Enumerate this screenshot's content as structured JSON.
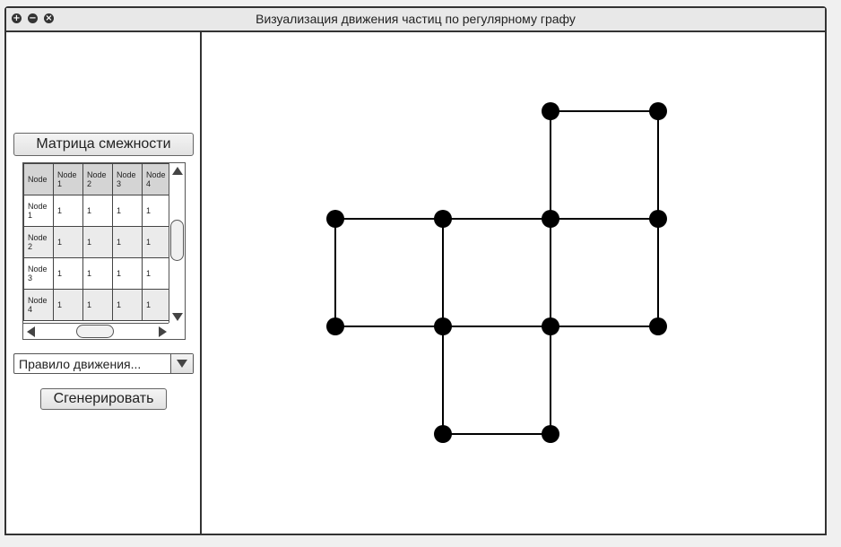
{
  "window": {
    "title": "Визуализация движения частиц по регулярному графу",
    "controls": [
      "plus-icon",
      "minus-icon",
      "close-icon"
    ]
  },
  "sidebar": {
    "matrix_button": "Матрица смежности",
    "table": {
      "headers": [
        "Node",
        "Node 1",
        "Node 2",
        "Node 3",
        "Node 4"
      ],
      "rows": [
        {
          "label": "Node 1",
          "values": [
            "1",
            "1",
            "1",
            "1"
          ]
        },
        {
          "label": "Node 2",
          "values": [
            "1",
            "1",
            "1",
            "1"
          ]
        },
        {
          "label": "Node 3",
          "values": [
            "1",
            "1",
            "1",
            "1"
          ]
        },
        {
          "label": "Node 4",
          "values": [
            "1",
            "1",
            "1",
            "1"
          ]
        }
      ]
    },
    "motion_rule_placeholder": "Правило движения...",
    "generate_button": "Сгенерировать"
  },
  "graph": {
    "nodes": [
      {
        "id": "n1",
        "col": 2,
        "row": 0
      },
      {
        "id": "n2",
        "col": 3,
        "row": 0
      },
      {
        "id": "n3",
        "col": 0,
        "row": 1
      },
      {
        "id": "n4",
        "col": 1,
        "row": 1
      },
      {
        "id": "n5",
        "col": 2,
        "row": 1
      },
      {
        "id": "n6",
        "col": 3,
        "row": 1
      },
      {
        "id": "n7",
        "col": 0,
        "row": 2
      },
      {
        "id": "n8",
        "col": 1,
        "row": 2
      },
      {
        "id": "n9",
        "col": 2,
        "row": 2
      },
      {
        "id": "n10",
        "col": 3,
        "row": 2
      },
      {
        "id": "n11",
        "col": 1,
        "row": 3
      },
      {
        "id": "n12",
        "col": 2,
        "row": 3
      }
    ],
    "edges": [
      [
        "n1",
        "n2"
      ],
      [
        "n1",
        "n5"
      ],
      [
        "n2",
        "n6"
      ],
      [
        "n3",
        "n4"
      ],
      [
        "n4",
        "n5"
      ],
      [
        "n5",
        "n6"
      ],
      [
        "n3",
        "n7"
      ],
      [
        "n4",
        "n8"
      ],
      [
        "n5",
        "n9"
      ],
      [
        "n6",
        "n10"
      ],
      [
        "n7",
        "n8"
      ],
      [
        "n8",
        "n9"
      ],
      [
        "n9",
        "n10"
      ],
      [
        "n8",
        "n11"
      ],
      [
        "n9",
        "n12"
      ],
      [
        "n11",
        "n12"
      ]
    ],
    "node_color": "#000000",
    "edge_color": "#000000"
  }
}
